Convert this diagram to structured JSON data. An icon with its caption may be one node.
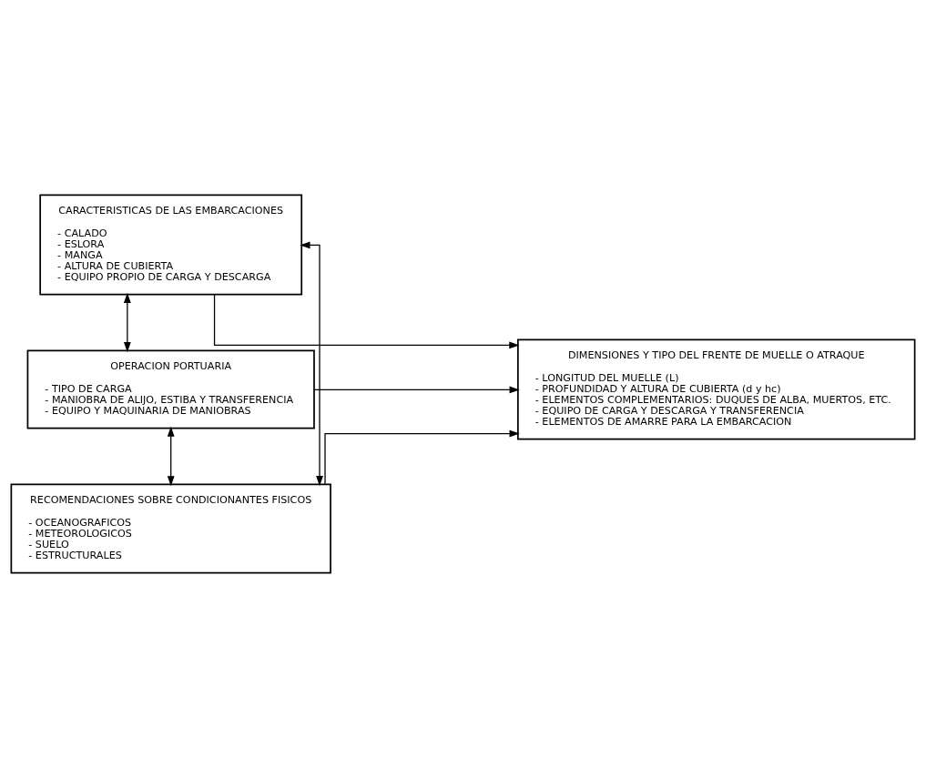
{
  "diagram": {
    "nodes": [
      {
        "text": [
          "CARACTERISTICAS DE LAS EMBARCACIONES",
          "- CALADO",
          "- ESLORA",
          "- MANGA",
          "- ALTURA DE CUBIERTA",
          "- EQUIPO PROPIO DE CARGA Y DESCARGA"
        ]
      },
      {
        "text": [
          "OPERACION PORTUARIA",
          "- TIPO DE CARGA",
          "- MANIOBRA DE ALIJO, ESTIBA Y TRANSFERENCIA",
          "- EQUIPO Y MAQUINARIA DE MANIOBRAS"
        ]
      },
      {
        "text": [
          "RECOMENDACIONES SOBRE CONDICIONANTES FISICOS",
          "- OCEANOGRAFICOS",
          "- METEOROLOGICOS",
          "- SUELO",
          "- ESTRUCTURALES"
        ]
      },
      {
        "text": [
          "DIMENSIONES Y TIPO DEL FRENTE DE MUELLE O ATRAQUE",
          "- LONGITUD DEL MUELLE (L)",
          "- PROFUNDIDAD Y ALTURA DE CUBIERTA (d y hc)",
          "- ELEMENTOS COMPLEMENTARIOS: DUQUES DE ALBA, MUERTOS, ETC.",
          "- EQUIPO DE CARGA Y DESCARGA Y TRANSFERENCIA",
          "- ELEMENTOS DE AMARRE PARA LA EMBARCACION"
        ]
      }
    ],
    "edges": [
      {
        "from": 0,
        "to": 1,
        "arrow": "both"
      },
      {
        "from": 1,
        "to": 2,
        "arrow": "both"
      },
      {
        "from": 0,
        "to": 2,
        "arrow": "both"
      },
      {
        "from": 0,
        "to": 3,
        "arrow": "to"
      },
      {
        "from": 1,
        "to": 3,
        "arrow": "to"
      },
      {
        "from": 2,
        "to": 3,
        "arrow": "to"
      }
    ]
  }
}
